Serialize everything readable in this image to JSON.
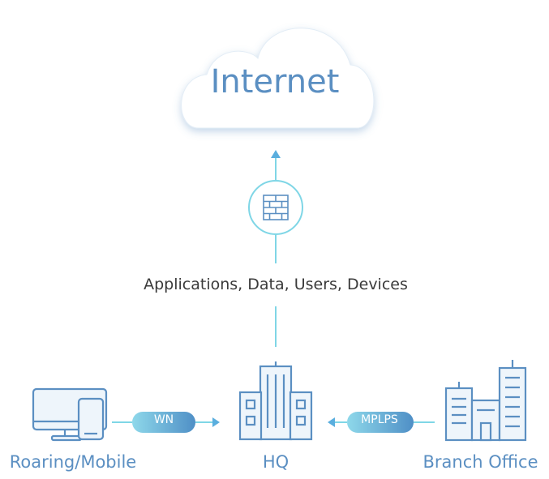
{
  "cloud": {
    "label": "Internet"
  },
  "caption": "Applications, Data, Users, Devices",
  "links": {
    "wn": "WN",
    "mplps": "MPLPS"
  },
  "nodes": {
    "roaming": "Roaring/Mobile",
    "hq": "HQ",
    "branch": "Branch Office"
  },
  "colors": {
    "primary": "#5b8fc2",
    "line": "#7fd6e6",
    "fill": "#eef5fb",
    "text": "#3a3a3a"
  }
}
